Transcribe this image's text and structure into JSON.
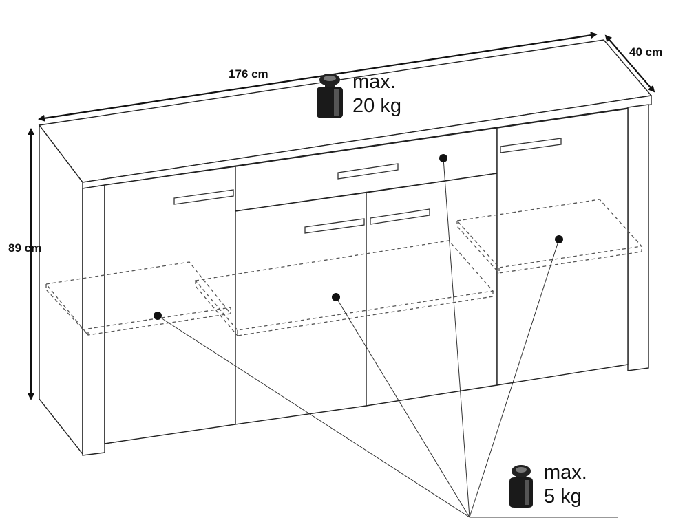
{
  "dimensions": {
    "width": "176 cm",
    "depth": "40 cm",
    "height": "89 cm"
  },
  "loads": {
    "top": {
      "max_label": "max.",
      "weight_label": "20 kg"
    },
    "shelves": {
      "max_label": "max.",
      "weight_label": "5 kg"
    }
  },
  "icons": {
    "weight": "weight-icon"
  }
}
